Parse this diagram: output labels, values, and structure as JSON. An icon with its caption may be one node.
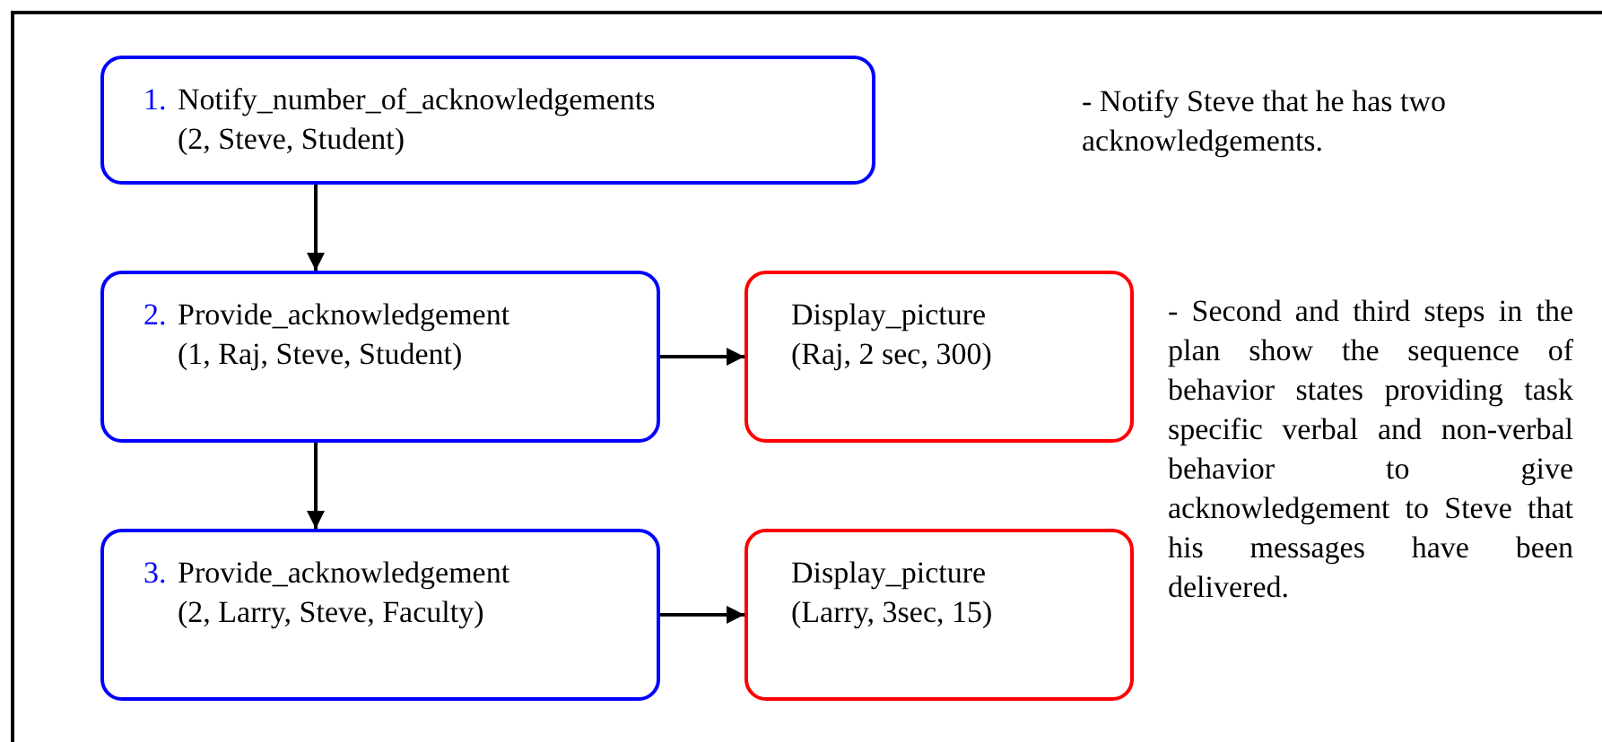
{
  "diagram": {
    "nodes": [
      {
        "text": [
          "1.",
          "Notify_number_of_acknowledgements",
          "(2, Steve, Student)"
        ]
      },
      {
        "text": [
          "2.",
          "Provide_acknowledgement",
          "(1, Raj, Steve, Student)"
        ]
      },
      {
        "text": [
          "3.",
          "Provide_acknowledgement",
          "(2, Larry, Steve, Faculty)"
        ]
      },
      {
        "text": [
          "Display_picture",
          "(Raj, 2 sec, 300)"
        ]
      },
      {
        "text": [
          "Display_picture",
          "(Larry, 3sec, 15)"
        ]
      }
    ],
    "edges": [
      {
        "from": 0,
        "to": 1,
        "arrow": "to"
      },
      {
        "from": 1,
        "to": 2,
        "arrow": "to"
      },
      {
        "from": 1,
        "to": 3,
        "arrow": "to"
      },
      {
        "from": 2,
        "to": 4,
        "arrow": "to"
      }
    ],
    "labels": [
      "- Notify Steve that he has two acknowledgements.",
      "- Second and third steps in the plan show the sequence of behavior states providing task specific verbal and non-verbal behavior to give acknowledgement to Steve that his messages have been delivered."
    ]
  }
}
